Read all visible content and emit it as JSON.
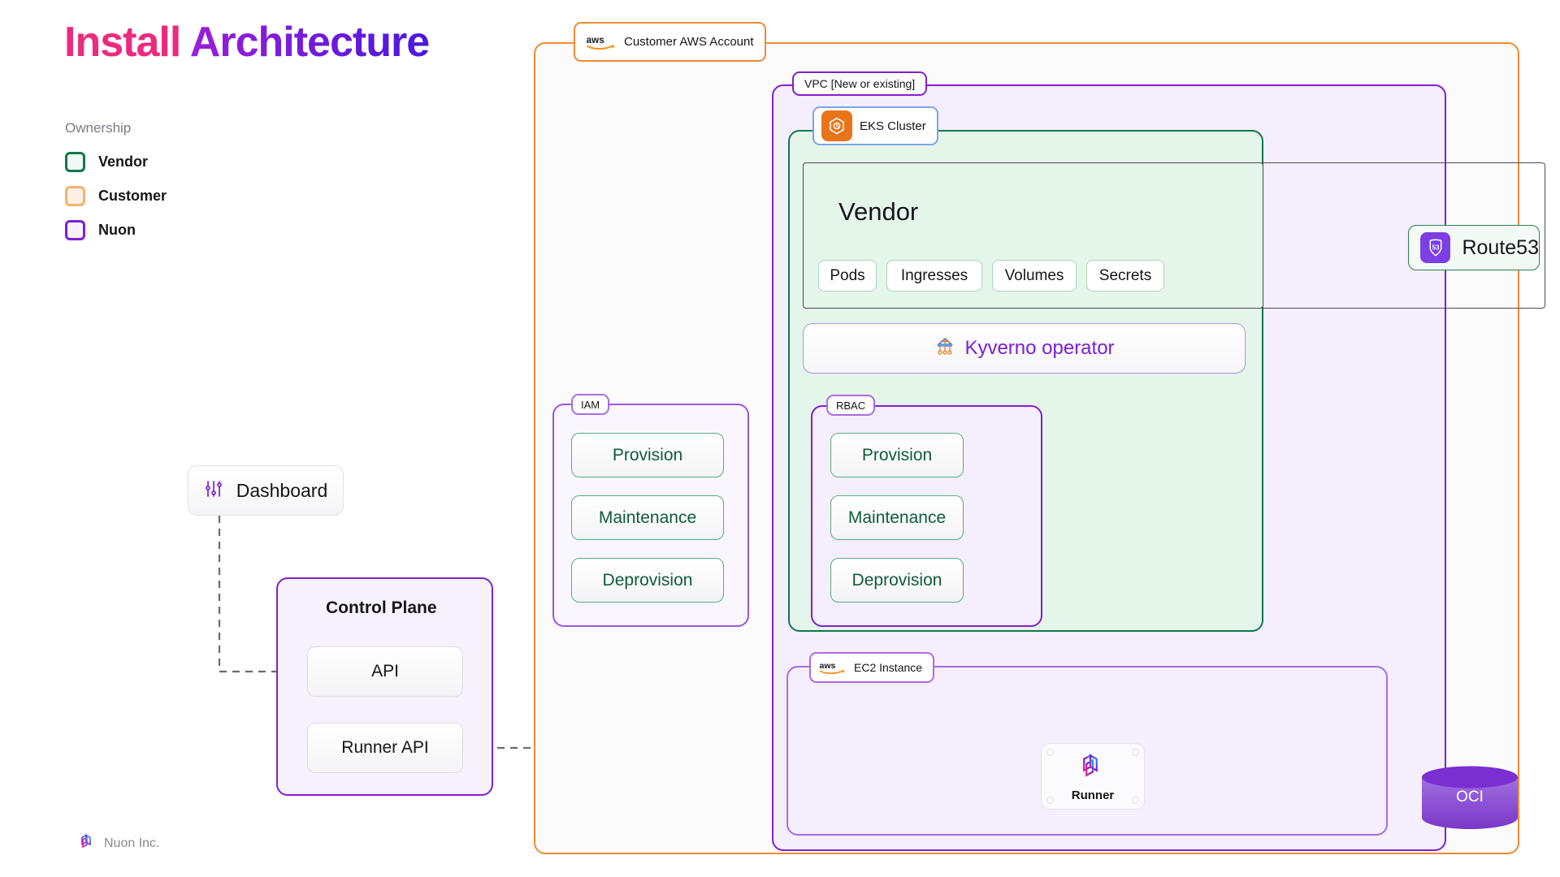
{
  "title": {
    "word1": "Install",
    "word2": "Architecture"
  },
  "legend": {
    "heading": "Ownership",
    "items": [
      {
        "label": "Vendor",
        "color": "#12784c",
        "fill": "#f1f9f4"
      },
      {
        "label": "Customer",
        "color": "#f6b26b",
        "fill": "#fdf1e5"
      },
      {
        "label": "Nuon",
        "color": "#7b1fd8",
        "fill": "#f7f1fe"
      }
    ]
  },
  "footer": {
    "label": "Nuon Inc.",
    "icon": "nuon-logo-icon"
  },
  "containers": {
    "aws_account": {
      "label": "Customer AWS Account",
      "icon": "aws-logo-icon",
      "color": "#ef8b32"
    },
    "vpc": {
      "label": "VPC [New or existing]",
      "color": "#8420c9"
    },
    "eks": {
      "label": "EKS Cluster",
      "icon": "eks-icon",
      "color": "#7aa5e8"
    },
    "ec2": {
      "label": "EC2 Instance",
      "icon": "aws-logo-icon",
      "color": "#a96ce0"
    },
    "iam": {
      "label": "IAM",
      "color": "#8420c9"
    },
    "rbac": {
      "label": "RBAC",
      "color": "#8420c9"
    }
  },
  "vendor": {
    "title": "Vendor",
    "resources": [
      "Pods",
      "Ingresses",
      "Volumes",
      "Secrets"
    ]
  },
  "kyverno": {
    "label": "Kyverno operator",
    "icon": "kyverno-icon",
    "color": "#7b1fd8"
  },
  "route53": {
    "label": "Route53",
    "icon": "route53-icon",
    "badge": "53"
  },
  "iam_roles": [
    "Provision",
    "Maintenance",
    "Deprovision"
  ],
  "rbac_roles": [
    "Provision",
    "Maintenance",
    "Deprovision"
  ],
  "dashboard": {
    "label": "Dashboard",
    "icon": "sliders-icon"
  },
  "control_plane": {
    "title": "Control Plane",
    "items": [
      "API",
      "Runner API"
    ]
  },
  "runner": {
    "label": "Runner",
    "icon": "nuon-logo-icon"
  },
  "oci": {
    "label": "OCI",
    "shape": "cylinder",
    "color": "#8a4fd8"
  },
  "colors": {
    "vendor_green": "#12784c",
    "customer_orange": "#ef8b32",
    "nuon_purple": "#7b1fd8",
    "edge_gray": "#6b6b75"
  }
}
